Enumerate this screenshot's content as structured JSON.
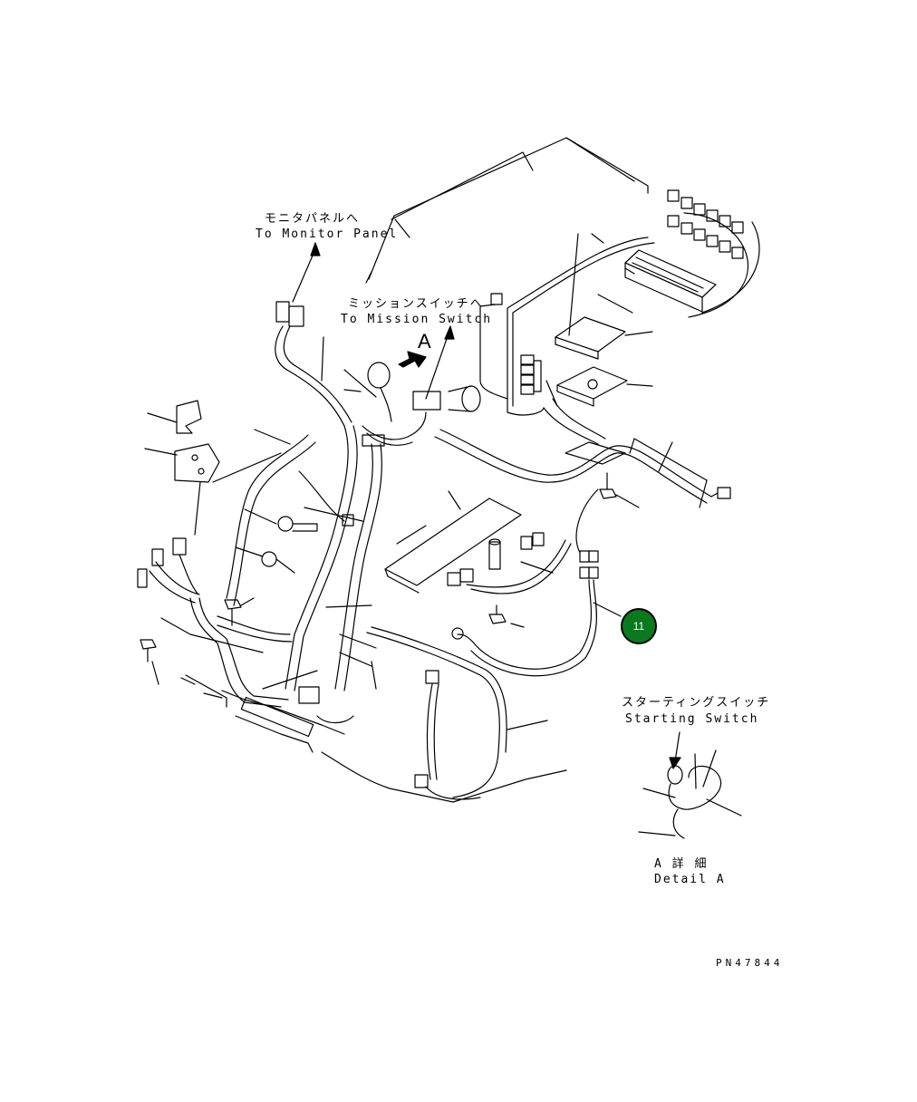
{
  "labels": {
    "monitor_jp": "モニタパネルへ",
    "monitor_en": "To Monitor Panel",
    "mission_jp": "ミッションスイッチへ",
    "mission_en": "To Mission Switch",
    "view_arrow": "A",
    "starting_jp": "スターティングスイッチ",
    "starting_en": "Starting Switch",
    "detail_jp": "A 詳 細",
    "detail_en": "Detail A",
    "part_number": "PN47844"
  },
  "callouts": [
    {
      "number": "11",
      "color": "#0b7a1e"
    }
  ],
  "colors": {
    "line": "#000000",
    "background": "#ffffff",
    "callout_fill": "#0b7a1e"
  }
}
